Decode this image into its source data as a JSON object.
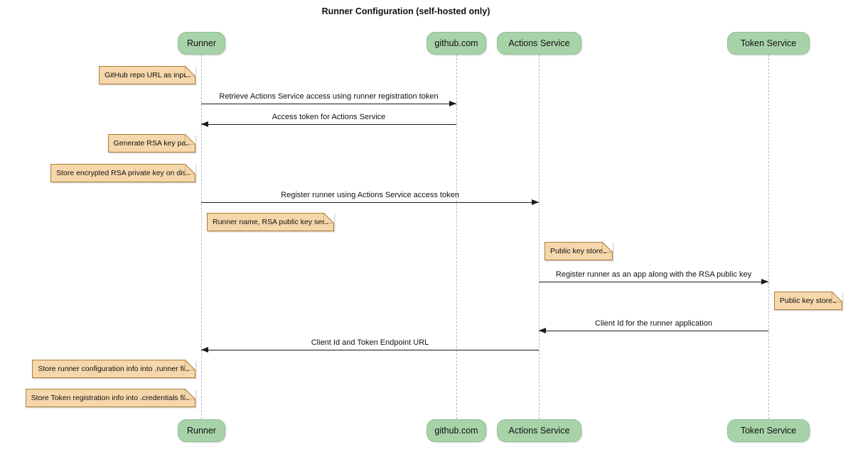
{
  "diagram": {
    "type": "sequence",
    "title": "Runner Configuration (self-hosted only)"
  },
  "participants": [
    {
      "name": "Runner"
    },
    {
      "name": "github.com"
    },
    {
      "name": "Actions Service"
    },
    {
      "name": "Token Service"
    }
  ],
  "messages": [
    {
      "from": "Runner",
      "to": "github.com",
      "direction": "right",
      "text": "Retrieve Actions Service access using runner registration token"
    },
    {
      "from": "github.com",
      "to": "Runner",
      "direction": "left",
      "text": "Access token for Actions Service"
    },
    {
      "from": "Runner",
      "to": "Actions Service",
      "direction": "right",
      "text": "Register runner using Actions Service access token"
    },
    {
      "from": "Actions Service",
      "to": "Token Service",
      "direction": "right",
      "text": "Register runner as an app along with the RSA public key"
    },
    {
      "from": "Token Service",
      "to": "Actions Service",
      "direction": "left",
      "text": "Client Id for the runner application"
    },
    {
      "from": "Actions Service",
      "to": "Runner",
      "direction": "left",
      "text": "Client Id and Token Endpoint URL"
    }
  ],
  "notes": [
    {
      "anchor": "Runner",
      "side": "left",
      "text": "GitHub repo URL as input"
    },
    {
      "anchor": "Runner",
      "side": "left",
      "text": "Generate RSA key pair"
    },
    {
      "anchor": "Runner",
      "side": "left",
      "text": "Store encrypted RSA private key on disk"
    },
    {
      "anchor": "Runner",
      "side": "right",
      "text": "Runner name, RSA public key sent"
    },
    {
      "anchor": "Actions Service",
      "side": "right",
      "text": "Public key stored"
    },
    {
      "anchor": "Token Service",
      "side": "right",
      "text": "Public key stored"
    },
    {
      "anchor": "Runner",
      "side": "left",
      "text": "Store runner configuration info into .runner file"
    },
    {
      "anchor": "Runner",
      "side": "left",
      "text": "Store Token registration info into .credentials file"
    }
  ],
  "colors": {
    "participant_fill": "#a8d3a9",
    "participant_border": "#8fbf92",
    "note_fill": "#f6d7ab",
    "note_border": "#aa7d34",
    "lifeline": "#b9b9b9",
    "arrow": "#1a1a1a",
    "background": "#ffffff",
    "text": "#111111"
  }
}
